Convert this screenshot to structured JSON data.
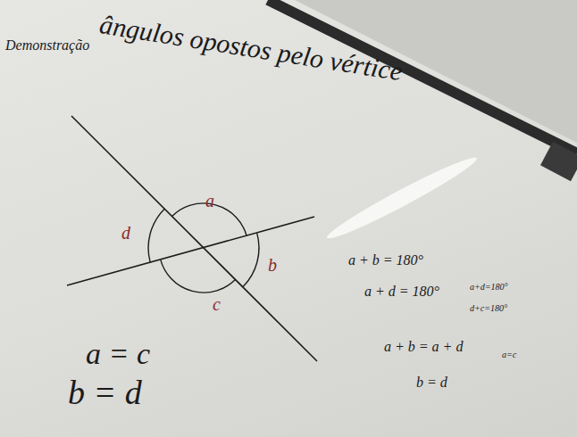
{
  "diagram": {
    "title": "ângulos opostos pelo vértice",
    "labels": [
      "Demonstração",
      "a",
      "d",
      "b",
      "c",
      "a = c",
      "b = d",
      "a + b = 180°",
      "a + d = 180°",
      "a+d=180°",
      "d+c=180°",
      "a + b = a + d",
      "b = d",
      "a=c"
    ]
  }
}
